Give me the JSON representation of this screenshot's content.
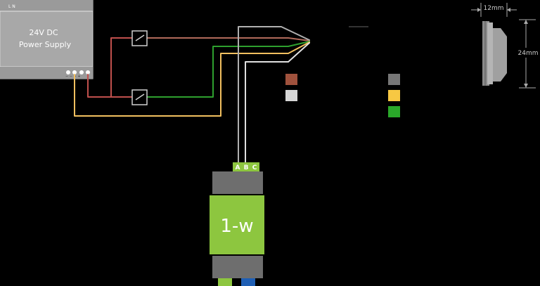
{
  "power_supply": {
    "line1": "24V DC",
    "line2": "Power Supply",
    "top_marks": "L N",
    "terminal_marks": "− − + +"
  },
  "module": {
    "label": "1-w",
    "pins": [
      "A",
      "B",
      "C"
    ]
  },
  "dimensions": {
    "width_label": "12mm",
    "height_label": "24mm"
  },
  "colors": {
    "wire_red": "#c0504d",
    "wire_green": "#2ea02e",
    "wire_yellow": "#f2c060",
    "wire_white": "#e0e0e0",
    "wire_gray": "#9a9a9a",
    "swatch_brown": "#a0523d",
    "swatch_light": "#d6d6d6",
    "swatch_gray": "#777777",
    "swatch_yellow": "#f7c843",
    "swatch_green": "#2aa82a",
    "module_green": "#8dc63f",
    "module_gray": "#6e6e6e",
    "module_blue": "#1f5fb4"
  }
}
